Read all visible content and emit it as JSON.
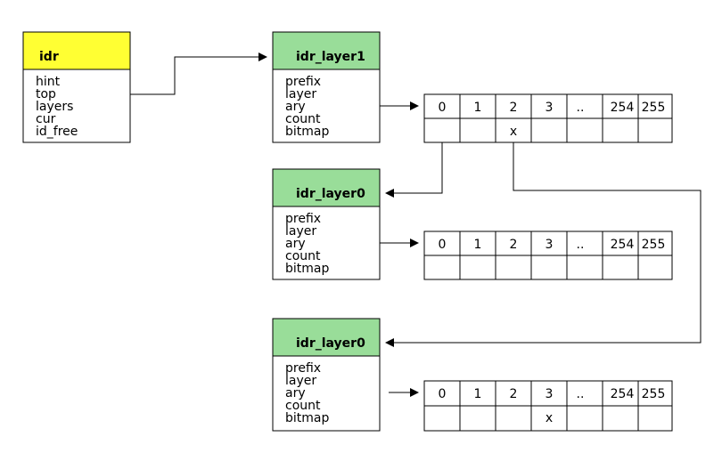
{
  "colors": {
    "idr_header": "#ffff33",
    "layer_header": "#99dd99",
    "line": "#000000",
    "background": "#ffffff"
  },
  "idr": {
    "title": "idr",
    "fields": [
      "hint",
      "top",
      "layers",
      "cur",
      "id_free"
    ]
  },
  "layers": [
    {
      "title": "idr_layer1",
      "fields": [
        "prefix",
        "layer",
        "ary",
        "count",
        "bitmap"
      ],
      "array": {
        "indices": [
          "0",
          "1",
          "2",
          "3",
          "..",
          "254",
          "255"
        ],
        "values": [
          "",
          "",
          "x",
          "",
          "",
          "",
          ""
        ]
      }
    },
    {
      "title": "idr_layer0",
      "fields": [
        "prefix",
        "layer",
        "ary",
        "count",
        "bitmap"
      ],
      "array": {
        "indices": [
          "0",
          "1",
          "2",
          "3",
          "..",
          "254",
          "255"
        ],
        "values": [
          "",
          "",
          "",
          "",
          "",
          "",
          ""
        ]
      }
    },
    {
      "title": "idr_layer0",
      "fields": [
        "prefix",
        "layer",
        "ary",
        "count",
        "bitmap"
      ],
      "array": {
        "indices": [
          "0",
          "1",
          "2",
          "3",
          "..",
          "254",
          "255"
        ],
        "values": [
          "",
          "",
          "",
          "x",
          "",
          "",
          ""
        ]
      }
    }
  ]
}
